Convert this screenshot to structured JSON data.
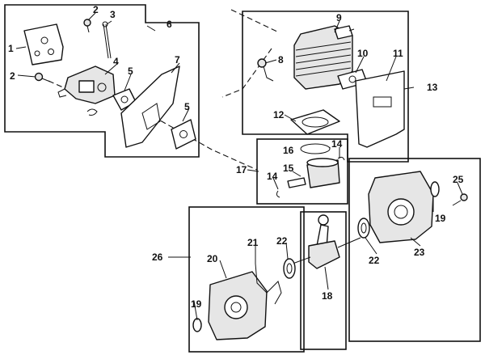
{
  "callouts": {
    "c1": "1",
    "c2a": "2",
    "c2b": "2",
    "c3": "3",
    "c4": "4",
    "c5a": "5",
    "c5b": "5",
    "c6": "6",
    "c7": "7",
    "c8": "8",
    "c9": "9",
    "c10": "10",
    "c11": "11",
    "c12": "12",
    "c13": "13",
    "c14a": "14",
    "c14b": "14",
    "c15": "15",
    "c16": "16",
    "c17": "17",
    "c18": "18",
    "c19a": "19",
    "c19b": "19",
    "c20": "20",
    "c21": "21",
    "c22a": "22",
    "c22b": "22",
    "c23": "23",
    "c25": "25",
    "c26": "26"
  }
}
